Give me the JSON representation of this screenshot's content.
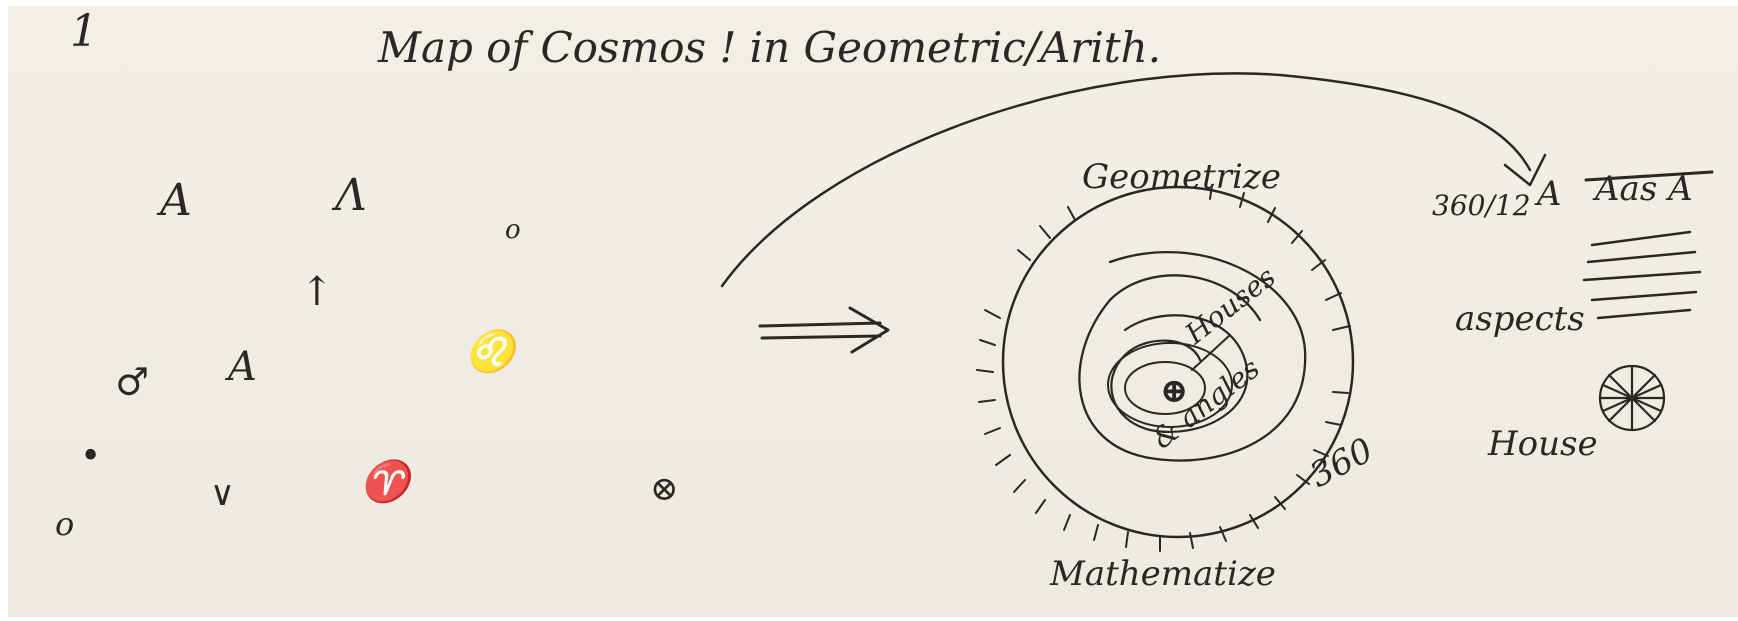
{
  "page": {
    "number": "1",
    "title": "Map of Cosmos ! in Geometric/Arith."
  },
  "left_glyphs": [
    "A",
    "Λ",
    "ᴏ",
    "↑",
    "♌",
    "♂",
    "A",
    "•",
    "∨",
    "♈",
    "⊗",
    "o"
  ],
  "transform_arrow": "⟹",
  "diagram": {
    "top_label": "Geometrize",
    "bottom_label": "Mathematize",
    "houses_label": "Houses",
    "angles_label": "& angles",
    "degrees_label": "360",
    "center_symbol": "⊕"
  },
  "right_panel": {
    "fraction": "360/12",
    "symbol_a": "A",
    "crossed_text": "Aas A",
    "aspects_label": "aspects",
    "house_label": "House"
  },
  "colors": {
    "ink": "#2b2724",
    "paper": "#f1ede4"
  }
}
